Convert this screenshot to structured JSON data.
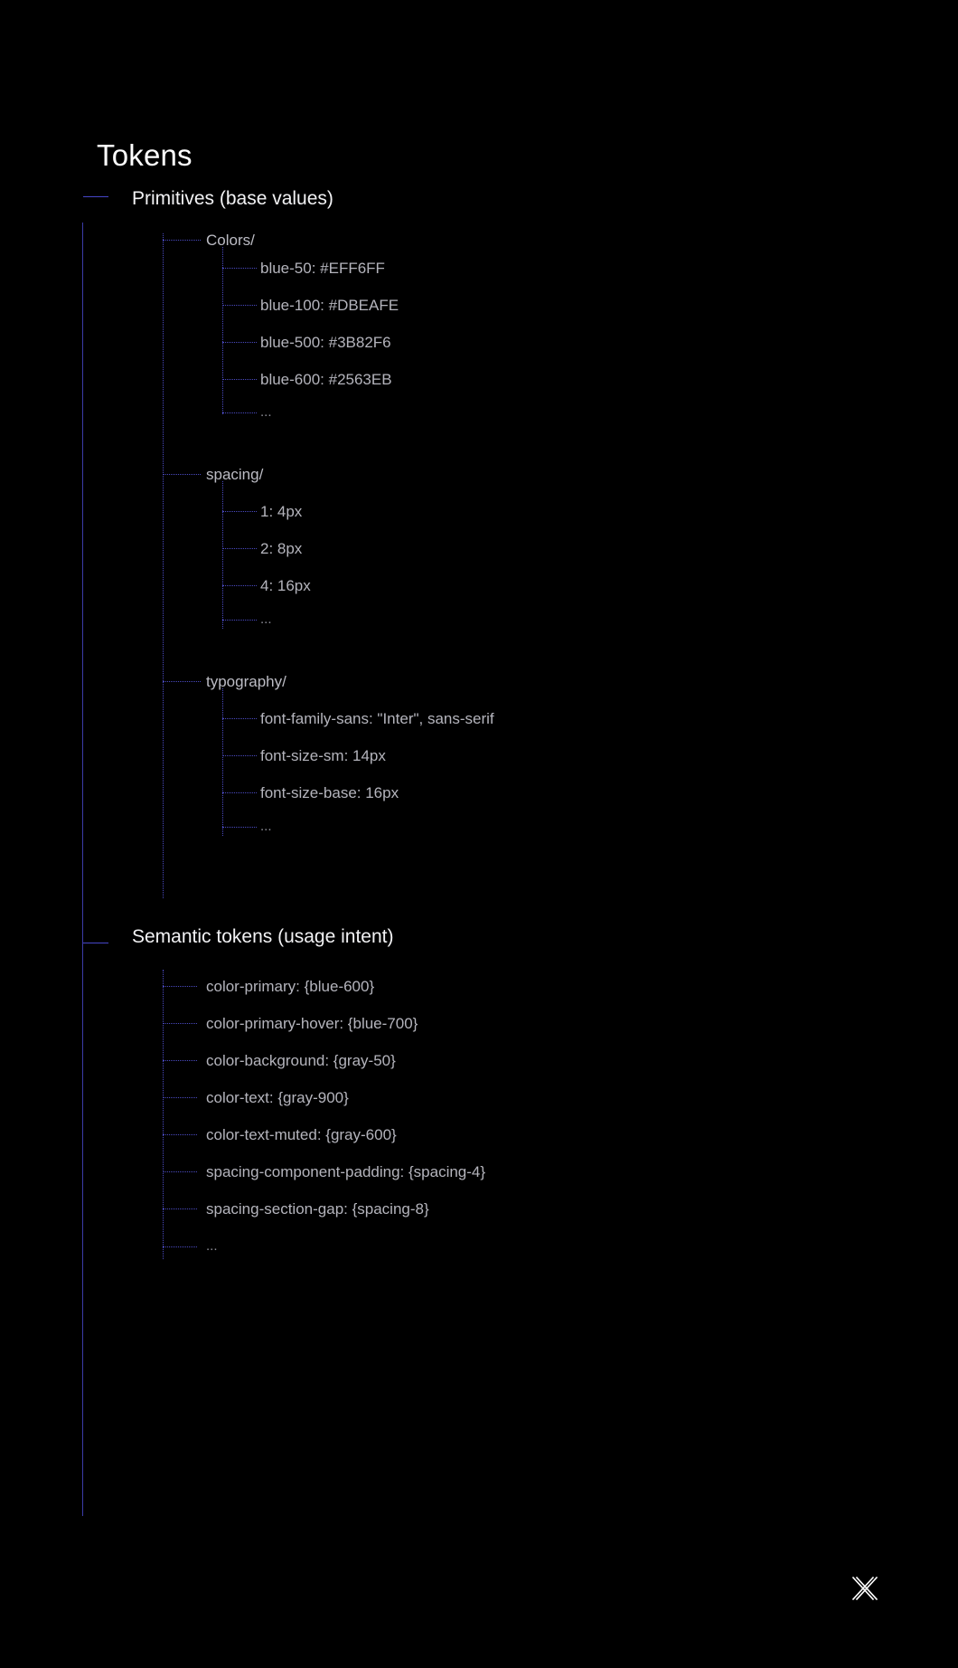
{
  "title": "Tokens",
  "brand": {
    "icon": "x-logo-icon"
  },
  "sections": [
    {
      "id": "primitives",
      "heading": "Primitives (base values)",
      "groups": [
        {
          "id": "colors",
          "label": "Colors/",
          "items": [
            "blue-50: #EFF6FF",
            "blue-100: #DBEAFE",
            "blue-500: #3B82F6",
            "blue-600: #2563EB",
            "..."
          ]
        },
        {
          "id": "spacing",
          "label": "spacing/",
          "items": [
            "1: 4px",
            "2: 8px",
            "4: 16px",
            "..."
          ]
        },
        {
          "id": "typography",
          "label": "typography/",
          "items": [
            "font-family-sans: \"Inter\", sans-serif",
            "font-size-sm: 14px",
            "font-size-base: 16px",
            "..."
          ]
        }
      ]
    },
    {
      "id": "semantic",
      "heading": "Semantic tokens (usage intent)",
      "items": [
        "color-primary: {blue-600}",
        "color-primary-hover: {blue-700}",
        "color-background: {gray-50}",
        "color-text: {gray-900}",
        "color-text-muted: {gray-600}",
        "spacing-component-padding: {spacing-4}",
        "spacing-section-gap: {spacing-8}",
        "..."
      ]
    }
  ],
  "colors": {
    "background": "#000000",
    "title": "#FFFFFF",
    "spine": "#3B3BA8",
    "branch": "#4646C8",
    "connector": "#4A4AC0",
    "section_heading": "#F2F2F4",
    "group_label": "#BCBCC4",
    "leaf_text": "#B4B4BC"
  }
}
